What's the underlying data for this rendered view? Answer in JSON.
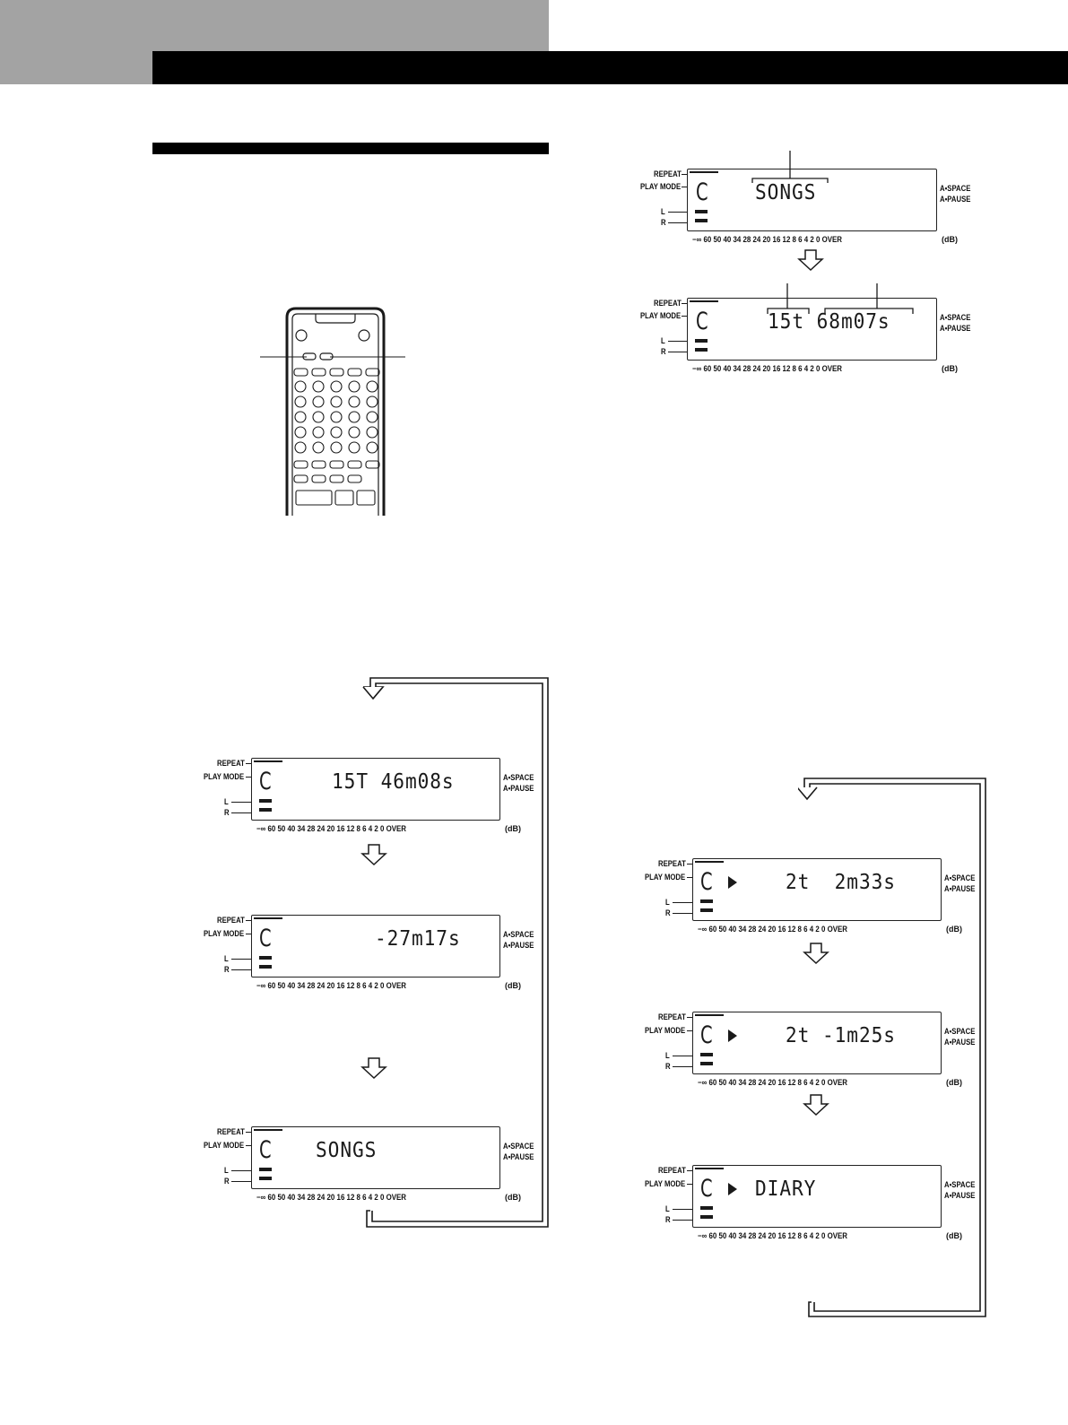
{
  "labels": {
    "repeat": "REPEAT",
    "play_mode": "PLAY MODE",
    "left": "L",
    "right": "R",
    "a_space": "A•SPACE",
    "a_pause": "A•PAUSE",
    "scale": "−∞ 60 50 40 34 28 24 20 16 12  8  6  4  2  0 OVER",
    "db": "(dB)"
  },
  "displays": [
    {
      "disc": "C",
      "text": "SONGS",
      "play": false
    },
    {
      "disc": "C",
      "text": "15t 68m07s",
      "play": false
    },
    {
      "disc": "C",
      "text": "15T 46m08s",
      "play": false
    },
    {
      "disc": "C",
      "text": "-27m17s",
      "play": false
    },
    {
      "disc": "C",
      "text": "SONGS",
      "play": false
    },
    {
      "disc": "C",
      "text": "2t  2m33s",
      "play": true
    },
    {
      "disc": "C",
      "text": "2t -1m25s",
      "play": true
    },
    {
      "disc": "C",
      "text": "DIARY",
      "play": true
    }
  ],
  "colors": {
    "header_gray": "#a3a3a3",
    "ink": "#1a1a1a"
  }
}
